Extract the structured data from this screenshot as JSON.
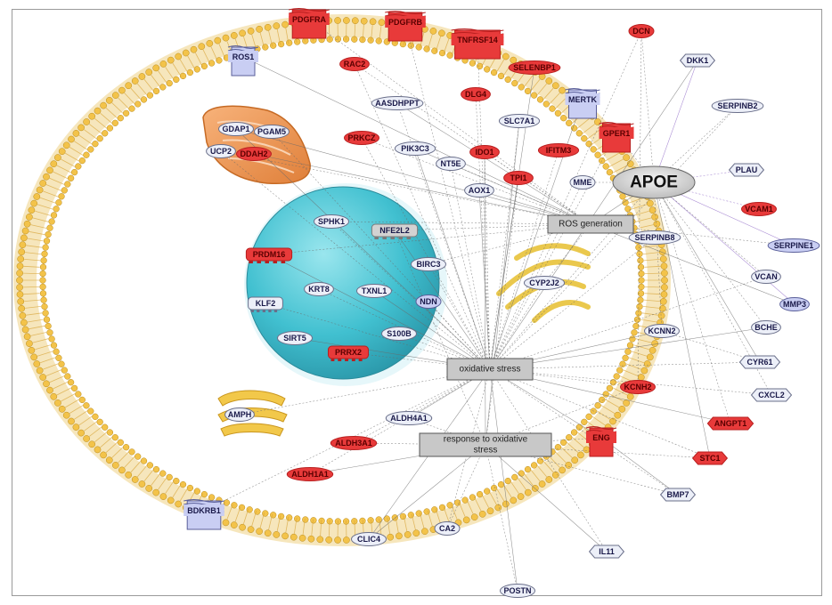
{
  "nodes": [
    {
      "id": "PDGFRA",
      "label": "PDGFRA",
      "color": "red",
      "shape": "receptor"
    },
    {
      "id": "PDGFRB",
      "label": "PDGFRB",
      "color": "red",
      "shape": "receptor"
    },
    {
      "id": "TNFRSF14",
      "label": "TNFRSF14",
      "color": "red",
      "shape": "receptor"
    },
    {
      "id": "ROS1",
      "label": "ROS1",
      "color": "blue",
      "shape": "receptor"
    },
    {
      "id": "MERTK",
      "label": "MERTK",
      "color": "blue",
      "shape": "receptor"
    },
    {
      "id": "GPER1",
      "label": "GPER1",
      "color": "red",
      "shape": "receptor"
    },
    {
      "id": "ENG",
      "label": "ENG",
      "color": "red",
      "shape": "receptor"
    },
    {
      "id": "BDKRB1",
      "label": "BDKRB1",
      "color": "blue",
      "shape": "receptor"
    },
    {
      "id": "DCN",
      "label": "DCN",
      "color": "red",
      "shape": "ellipse"
    },
    {
      "id": "DKK1",
      "label": "DKK1",
      "color": "white",
      "shape": "diamond"
    },
    {
      "id": "SERPINB2",
      "label": "SERPINB2",
      "color": "white",
      "shape": "ellipse"
    },
    {
      "id": "PLAU",
      "label": "PLAU",
      "color": "white",
      "shape": "diamond"
    },
    {
      "id": "VCAM1",
      "label": "VCAM1",
      "color": "red",
      "shape": "ellipse"
    },
    {
      "id": "SERPINE1",
      "label": "SERPINE1",
      "color": "blue",
      "shape": "ellipse"
    },
    {
      "id": "VCAN",
      "label": "VCAN",
      "color": "white",
      "shape": "ellipse"
    },
    {
      "id": "MMP3",
      "label": "MMP3",
      "color": "blue",
      "shape": "ellipse"
    },
    {
      "id": "BCHE",
      "label": "BCHE",
      "color": "white",
      "shape": "ellipse"
    },
    {
      "id": "CYR61",
      "label": "CYR61",
      "color": "white",
      "shape": "diamond"
    },
    {
      "id": "CXCL2",
      "label": "CXCL2",
      "color": "white",
      "shape": "diamond"
    },
    {
      "id": "ANGPT1",
      "label": "ANGPT1",
      "color": "red",
      "shape": "diamond"
    },
    {
      "id": "STC1",
      "label": "STC1",
      "color": "red",
      "shape": "diamond"
    },
    {
      "id": "BMP7",
      "label": "BMP7",
      "color": "white",
      "shape": "diamond"
    },
    {
      "id": "IL11",
      "label": "IL11",
      "color": "white",
      "shape": "diamond"
    },
    {
      "id": "POSTN",
      "label": "POSTN",
      "color": "white",
      "shape": "ellipse"
    },
    {
      "id": "RAC2",
      "label": "RAC2",
      "color": "red",
      "shape": "ellipse"
    },
    {
      "id": "SELENBP1",
      "label": "SELENBP1",
      "color": "red",
      "shape": "ellipse"
    },
    {
      "id": "DLG4",
      "label": "DLG4",
      "color": "red",
      "shape": "ellipse"
    },
    {
      "id": "AASDHPPT",
      "label": "AASDHPPT",
      "color": "white",
      "shape": "ellipse"
    },
    {
      "id": "SLC7A1",
      "label": "SLC7A1",
      "color": "white",
      "shape": "ellipse"
    },
    {
      "id": "PRKCZ",
      "label": "PRKCZ",
      "color": "red",
      "shape": "ellipse"
    },
    {
      "id": "PIK3C3",
      "label": "PIK3C3",
      "color": "white",
      "shape": "ellipse"
    },
    {
      "id": "IDO1",
      "label": "IDO1",
      "color": "red",
      "shape": "ellipse"
    },
    {
      "id": "IFITM3",
      "label": "IFITM3",
      "color": "red",
      "shape": "ellipse"
    },
    {
      "id": "NT5E",
      "label": "NT5E",
      "color": "white",
      "shape": "ellipse"
    },
    {
      "id": "TPI1",
      "label": "TPI1",
      "color": "red",
      "shape": "ellipse"
    },
    {
      "id": "AOX1",
      "label": "AOX1",
      "color": "white",
      "shape": "ellipse"
    },
    {
      "id": "MME",
      "label": "MME",
      "color": "white",
      "shape": "ellipse"
    },
    {
      "id": "APOE",
      "label": "APOE",
      "color": "gray",
      "shape": "ellipse"
    },
    {
      "id": "GDAP1",
      "label": "GDAP1",
      "color": "white",
      "shape": "ellipse"
    },
    {
      "id": "PGAM5",
      "label": "PGAM5",
      "color": "white",
      "shape": "ellipse"
    },
    {
      "id": "UCP2",
      "label": "UCP2",
      "color": "white",
      "shape": "ellipse"
    },
    {
      "id": "DDAH2",
      "label": "DDAH2",
      "color": "red",
      "shape": "ellipse"
    },
    {
      "id": "SPHK1",
      "label": "SPHK1",
      "color": "white",
      "shape": "ellipse"
    },
    {
      "id": "NFE2L2",
      "label": "NFE2L2",
      "color": "gray",
      "shape": "factor"
    },
    {
      "id": "PRDM16",
      "label": "PRDM16",
      "color": "red",
      "shape": "factor"
    },
    {
      "id": "BIRC3",
      "label": "BIRC3",
      "color": "white",
      "shape": "ellipse"
    },
    {
      "id": "KRT8",
      "label": "KRT8",
      "color": "white",
      "shape": "ellipse"
    },
    {
      "id": "TXNL1",
      "label": "TXNL1",
      "color": "white",
      "shape": "ellipse"
    },
    {
      "id": "KLF2",
      "label": "KLF2",
      "color": "white",
      "shape": "factor"
    },
    {
      "id": "NDN",
      "label": "NDN",
      "color": "blue",
      "shape": "ellipse"
    },
    {
      "id": "SIRT5",
      "label": "SIRT5",
      "color": "white",
      "shape": "ellipse"
    },
    {
      "id": "S100B",
      "label": "S100B",
      "color": "white",
      "shape": "ellipse"
    },
    {
      "id": "PRRX2",
      "label": "PRRX2",
      "color": "red",
      "shape": "factor"
    },
    {
      "id": "CYP2J2",
      "label": "CYP2J2",
      "color": "white",
      "shape": "ellipse"
    },
    {
      "id": "SERPINB8",
      "label": "SERPINB8",
      "color": "white",
      "shape": "ellipse"
    },
    {
      "id": "KCNN2",
      "label": "KCNN2",
      "color": "white",
      "shape": "ellipse"
    },
    {
      "id": "KCNH2",
      "label": "KCNH2",
      "color": "red",
      "shape": "ellipse"
    },
    {
      "id": "AMPH",
      "label": "AMPH",
      "color": "white",
      "shape": "ellipse"
    },
    {
      "id": "ALDH4A1",
      "label": "ALDH4A1",
      "color": "white",
      "shape": "ellipse"
    },
    {
      "id": "ALDH3A1",
      "label": "ALDH3A1",
      "color": "red",
      "shape": "ellipse"
    },
    {
      "id": "ALDH1A1",
      "label": "ALDH1A1",
      "color": "red",
      "shape": "ellipse"
    },
    {
      "id": "CLIC4",
      "label": "CLIC4",
      "color": "white",
      "shape": "ellipse"
    },
    {
      "id": "CA2",
      "label": "CA2",
      "color": "white",
      "shape": "ellipse"
    }
  ],
  "processes": [
    {
      "id": "ros",
      "label": "ROS generation"
    },
    {
      "id": "ox",
      "label": "oxidative stress"
    },
    {
      "id": "resp",
      "label": "response to oxidative stress"
    }
  ],
  "edges": [
    [
      "APOE",
      "ros"
    ],
    [
      "APOE",
      "ox"
    ],
    [
      "APOE",
      "DCN"
    ],
    [
      "APOE",
      "DKK1"
    ],
    [
      "APOE",
      "PLAU"
    ],
    [
      "APOE",
      "VCAM1"
    ],
    [
      "APOE",
      "SERPINE1"
    ],
    [
      "APOE",
      "SERPINB2"
    ],
    [
      "APOE",
      "GPER1"
    ],
    [
      "APOE",
      "MMP3"
    ],
    [
      "APOE",
      "VCAN"
    ],
    [
      "APOE",
      "BCHE"
    ],
    [
      "APOE",
      "CYR61"
    ],
    [
      "APOE",
      "CXCL2"
    ],
    [
      "APOE",
      "ANGPT1"
    ],
    [
      "APOE",
      "STC1"
    ],
    [
      "APOE",
      "KCNN2"
    ],
    [
      "APOE",
      "MME"
    ],
    [
      "ros",
      "GDAP1"
    ],
    [
      "ros",
      "UCP2"
    ],
    [
      "ros",
      "PRKCZ"
    ],
    [
      "ros",
      "AASDHPPT"
    ],
    [
      "ros",
      "RAC2"
    ],
    [
      "ros",
      "PDGFRA"
    ],
    [
      "ros",
      "PIK3C3"
    ],
    [
      "ros",
      "SPHK1"
    ],
    [
      "ros",
      "NFE2L2"
    ],
    [
      "ros",
      "ROS1"
    ],
    [
      "ros",
      "BIRC3"
    ],
    [
      "ros",
      "PRDM16"
    ],
    [
      "ros",
      "MMP3"
    ],
    [
      "ros",
      "SERPINE1"
    ],
    [
      "ros",
      "NT5E"
    ],
    [
      "ros",
      "AOX1"
    ],
    [
      "ros",
      "IDO1"
    ],
    [
      "ros",
      "CYP2J2"
    ],
    [
      "ros",
      "DDAH2"
    ],
    [
      "ox",
      "PDGFRB"
    ],
    [
      "ox",
      "TNFRSF14"
    ],
    [
      "ox",
      "SELENBP1"
    ],
    [
      "ox",
      "DLG4"
    ],
    [
      "ox",
      "SLC7A1"
    ],
    [
      "ox",
      "MERTK"
    ],
    [
      "ox",
      "GPER1"
    ],
    [
      "ox",
      "IDO1"
    ],
    [
      "ox",
      "TPI1"
    ],
    [
      "ox",
      "IFITM3"
    ],
    [
      "ox",
      "NT5E"
    ],
    [
      "ox",
      "AOX1"
    ],
    [
      "ox",
      "MME"
    ],
    [
      "ox",
      "PGAM5"
    ],
    [
      "ox",
      "GDAP1"
    ],
    [
      "ox",
      "UCP2"
    ],
    [
      "ox",
      "SPHK1"
    ],
    [
      "ox",
      "NFE2L2"
    ],
    [
      "ox",
      "BIRC3"
    ],
    [
      "ox",
      "NDN"
    ],
    [
      "ox",
      "TXNL1"
    ],
    [
      "ox",
      "KRT8"
    ],
    [
      "ox",
      "KLF2"
    ],
    [
      "ox",
      "SIRT5"
    ],
    [
      "ox",
      "S100B"
    ],
    [
      "ox",
      "PRRX2"
    ],
    [
      "ox",
      "PRDM16"
    ],
    [
      "ox",
      "CYP2J2"
    ],
    [
      "ox",
      "SERPINB8"
    ],
    [
      "ox",
      "KCNN2"
    ],
    [
      "ox",
      "KCNH2"
    ],
    [
      "ox",
      "AMPH"
    ],
    [
      "ox",
      "ALDH4A1"
    ],
    [
      "ox",
      "ALDH3A1"
    ],
    [
      "ox",
      "ALDH1A1"
    ],
    [
      "ox",
      "CLIC4"
    ],
    [
      "ox",
      "CA2"
    ],
    [
      "ox",
      "BDKRB1"
    ],
    [
      "ox",
      "ENG"
    ],
    [
      "ox",
      "BMP7"
    ],
    [
      "ox",
      "IL11"
    ],
    [
      "ox",
      "POSTN"
    ],
    [
      "ox",
      "STC1"
    ],
    [
      "ox",
      "DCN"
    ],
    [
      "ox",
      "BCHE"
    ],
    [
      "ox",
      "CYR61"
    ],
    [
      "ox",
      "CXCL2"
    ],
    [
      "ox",
      "ANGPT1"
    ],
    [
      "ox",
      "VCAN"
    ],
    [
      "ox",
      "SERPINB2"
    ],
    [
      "ox",
      "DKK1"
    ],
    [
      "ox",
      "RAC2"
    ],
    [
      "ox",
      "PRKCZ"
    ],
    [
      "ox",
      "PIK3C3"
    ],
    [
      "ox",
      "AASDHPPT"
    ],
    [
      "resp",
      "ALDH3A1"
    ],
    [
      "resp",
      "ALDH1A1"
    ],
    [
      "resp",
      "ALDH4A1"
    ],
    [
      "resp",
      "CA2"
    ],
    [
      "resp",
      "CLIC4"
    ],
    [
      "resp",
      "ENG"
    ],
    [
      "resp",
      "STC1"
    ],
    [
      "resp",
      "IL11"
    ],
    [
      "resp",
      "POSTN"
    ],
    [
      "resp",
      "BMP7"
    ],
    [
      "resp",
      "SLC7A1"
    ],
    [
      "resp",
      "NFE2L2"
    ],
    [
      "resp",
      "KCNH2"
    ],
    [
      "resp",
      "IDO1"
    ],
    [
      "resp",
      "TPI1"
    ],
    [
      "KCNH2",
      "DCN"
    ],
    [
      "ENG",
      "BMP7"
    ],
    [
      "KCNN2",
      "CYR61"
    ]
  ],
  "colors": {
    "red": "#e83a3a",
    "red_stroke": "#b81f1f",
    "blue": "#c9cef3",
    "blue_stroke": "#5a5f9a",
    "white": "#eceff8",
    "white_stroke": "#6a6f8a",
    "gray": "#d2d2d2",
    "gray_stroke": "#7a7a7a",
    "membrane_head": "#f3c34a",
    "membrane_edge": "#b98a1a",
    "nucleus": "#46c4d4",
    "mito": "#f0a060",
    "er": "#f0c850",
    "process": "#c8c8c8"
  }
}
